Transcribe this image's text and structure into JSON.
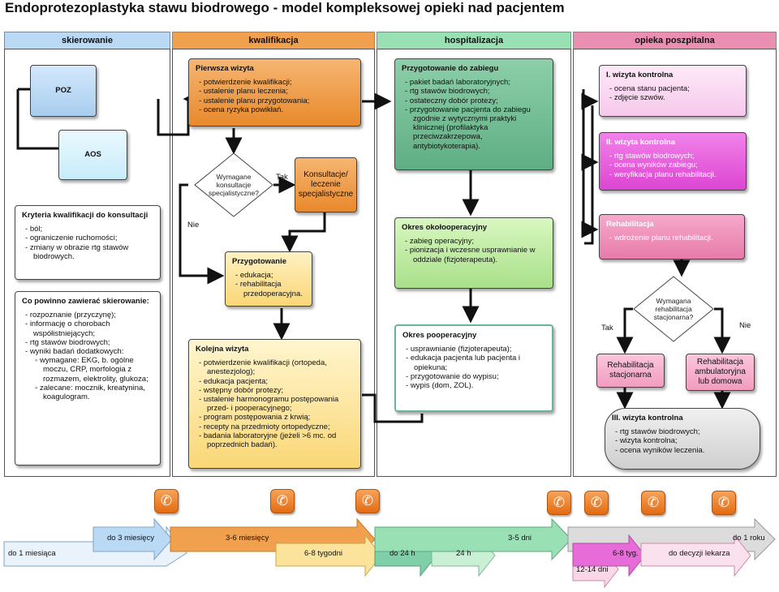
{
  "title": "Endoprotezoplastyka stawu biodrowego - model kompleksowej opieki nad pacjentem",
  "headers": [
    "skierowanie",
    "kwalifikacja",
    "hospitalizacja",
    "opieka poszpitalna"
  ],
  "colors": {
    "skierowanie": "#b9d9f4",
    "kwalifikacja": "#f1a14d",
    "hospitalizacja": "#99e0b4",
    "opieka": "#ea8fb2"
  },
  "boxes": {
    "poz": "POZ",
    "aos": "AOS",
    "kryteria": {
      "title": "Kryteria kwalifikacji do konsultacji",
      "items": [
        "ból;",
        "ograniczenie ruchomości;",
        "zmiany w obrazie rtg stawów biodrowych."
      ]
    },
    "skierowanie": {
      "title": "Co powinno zawierać skierowanie:",
      "items": [
        "rozpoznanie (przyczynę);",
        "informację o chorobach współistniejących;",
        "rtg stawów biodrowych;",
        "wyniki badań dodatkowych:"
      ],
      "sub": [
        "wymagane: EKG, b. ogólne moczu, CRP, morfologia z rozmazem, elektrolity, glukoza;",
        "zalecane: mocznik, kreatynina, koagulogram."
      ]
    },
    "pierwsza": {
      "title": "Pierwsza wizyta",
      "items": [
        "potwierdzenie kwalifikacji;",
        "ustalenie planu leczenia;",
        "ustalenie planu przygotowania;",
        "ocena ryzyka powikłań."
      ]
    },
    "decyzja1": "Wymagane konsultacje specjalistyczne?",
    "konsultacje": "Konsultacje/ leczenie specjalistyczne",
    "przygotowanie": {
      "title": "Przygotowanie",
      "items": [
        "edukacja;",
        "rehabilitacja przedoperacyjna."
      ]
    },
    "kolejna": {
      "title": "Kolejna wizyta",
      "items": [
        "potwierdzenie kwalifikacji (ortopeda, anestezjolog);",
        "edukacja pacjenta;",
        "wstępny dobór protezy;",
        "ustalenie harmonogramu postępowania przed- i pooperacyjnego;",
        "program postępowania z krwią;",
        "recepty na przedmioty ortopedyczne;",
        "badania laboratoryjne (jeżeli >6 mc. od poprzednich badań)."
      ]
    },
    "zabieg": {
      "title": "Przygotowanie do zabiegu",
      "items": [
        "pakiet badań laboratoryjnych;",
        "rtg stawów biodrowych;",
        "ostateczny dobór protezy;",
        "przygotowanie pacjenta do zabiegu zgodnie z wytycznymi praktyki klinicznej (profilaktyka przeciwzakrzepowa, antybiotykoterapia)."
      ]
    },
    "okolo": {
      "title": "Okres okołooperacyjny",
      "items": [
        "zabieg operacyjny;",
        "pionizacja i wczesne usprawnianie w oddziale (fizjoterapeuta)."
      ]
    },
    "poop": {
      "title": "Okres pooperacyjny",
      "items": [
        "usprawnianie (fizjoterapeuta);",
        "edukacja pacjenta lub pacjenta i opiekuna;",
        "przygotowanie do wypisu;",
        "wypis (dom, ZOL)."
      ]
    },
    "wizyta1": {
      "title": "I. wizyta kontrolna",
      "items": [
        "ocena stanu pacjenta;",
        "zdjęcie szwów."
      ]
    },
    "wizyta2": {
      "title": "II. wizyta kontrolna",
      "items": [
        "rtg stawów biodrowych;",
        "ocena wyników zabiegu;",
        "weryfikacja planu rehabilitacji."
      ]
    },
    "rehab": {
      "title": "Rehabilitacja",
      "items": [
        "wdrożenie planu rehabilitacji."
      ]
    },
    "decyzja2": "Wymagana rehabilitacja stacjonarna?",
    "rehabStac": "Rehabilitacja stacjonarna",
    "rehabAmb": "Rehabilitacja ambulatoryjna lub domowa",
    "wizyta3": {
      "title": "III. wizyta kontrolna",
      "items": [
        "rtg stawów biodrowych;",
        "wizyta kontrolna;",
        "ocena wyników leczenia."
      ]
    }
  },
  "labels": {
    "tak": "Tak",
    "nie": "Nie"
  },
  "timeline": [
    "do 1 miesiąca",
    "do 3 miesięcy",
    "3-6 miesięcy",
    "6-8 tygodni",
    "do 24 h",
    "24 h",
    "3-5 dni",
    "12-14 dni",
    "6-8 tyg.",
    "do decyzji lekarza",
    "do 1 roku"
  ],
  "icons": {
    "phone": "phone-icon"
  }
}
